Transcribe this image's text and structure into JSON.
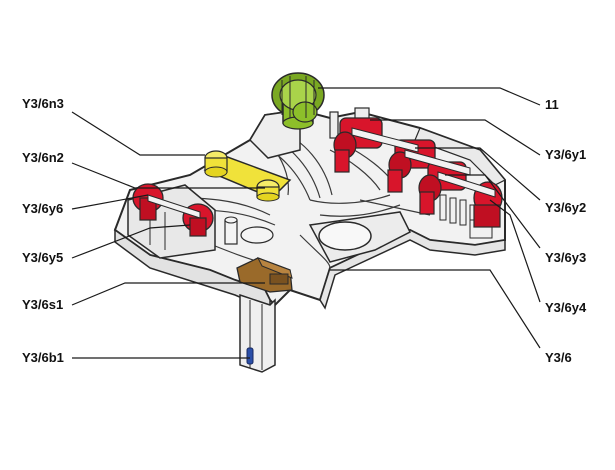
{
  "labels": {
    "left": [
      "Y3/6n3",
      "Y3/6n2",
      "Y3/6y6",
      "Y3/6y5",
      "Y3/6s1",
      "Y3/6b1"
    ],
    "right": [
      "11",
      "Y3/6y1",
      "Y3/6y2",
      "Y3/6y3",
      "Y3/6y4",
      "Y3/6"
    ]
  },
  "colors": {
    "connector": "#8dbf2a",
    "sensors": "#f0e23a",
    "solenoids": "#d8152b",
    "switch": "#9a6a2a",
    "sensor_tip": "#2b4fa8",
    "outline": "#2a2a2a",
    "plate": "#f2f2f2"
  }
}
